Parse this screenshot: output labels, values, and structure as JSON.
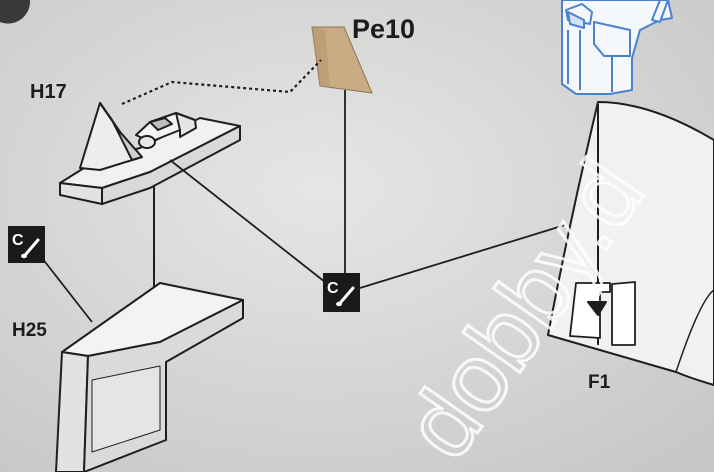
{
  "labels": {
    "pe10": "Pe10",
    "h17": "H17",
    "h25": "H25",
    "f1": "F1"
  },
  "badges": [
    {
      "letter": "C",
      "glyph": "paintbrush-icon"
    },
    {
      "letter": "C",
      "glyph": "paintbrush-icon"
    }
  ],
  "watermark": "dobby.d",
  "colors": {
    "background": "#d8d8d6",
    "line": "#1e1e1e",
    "pe10_part": "#c9ab84",
    "top_part_blue": "#5a8fd6",
    "badge": "#1a1a1a"
  }
}
